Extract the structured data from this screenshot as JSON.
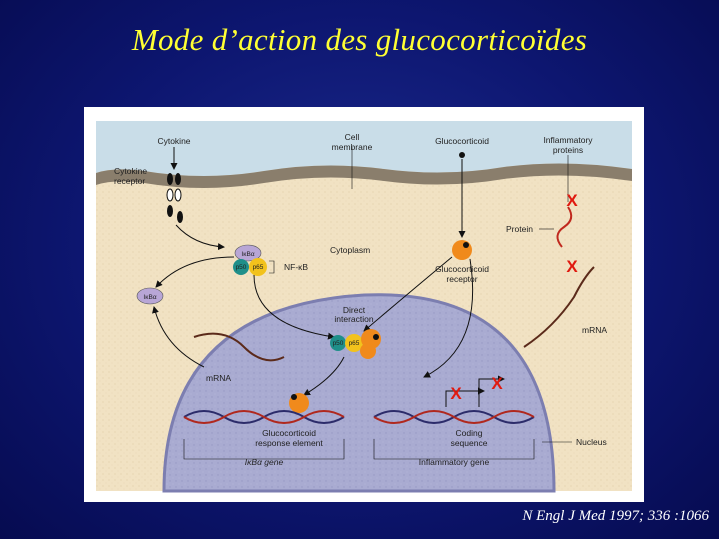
{
  "slide": {
    "title": "Mode d’action des glucocorticoïdes",
    "citation": "N Engl J Med 1997; 336 :1066"
  },
  "diagram": {
    "labels": {
      "cytokine": "Cytokine",
      "cytokine_receptor_1": "Cytokine",
      "cytokine_receptor_2": "receptor",
      "cell_membrane_1": "Cell",
      "cell_membrane_2": "membrane",
      "glucocorticoid": "Glucocorticoid",
      "inflammatory_proteins_1": "Inflammatory",
      "inflammatory_proteins_2": "proteins",
      "protein": "Protein",
      "cytoplasm": "Cytoplasm",
      "ikba_complex": "IκBα",
      "p50": "p50",
      "p65": "p65",
      "nfkb": "NF-κB",
      "ikba_free": "IκBα",
      "glucocorticoid_receptor_1": "Glucocorticoid",
      "glucocorticoid_receptor_2": "receptor",
      "direct_interaction_1": "Direct",
      "direct_interaction_2": "interaction",
      "mrna_left": "mRNA",
      "mrna_right": "mRNA",
      "gre_1": "Glucocorticoid",
      "gre_2": "response element",
      "ikba_gene": "IκBα gene",
      "coding_1": "Coding",
      "coding_2": "sequence",
      "inflammatory_gene": "Inflammatory gene",
      "nucleus": "Nucleus",
      "x_mark": "X"
    },
    "colors": {
      "cytoplasm": "#f1e2c3",
      "extracellular": "#c9dde8",
      "membrane": "#8a7e6c",
      "nucleus": "#a9abd1",
      "receptor_orange": "#f08a1c",
      "p50_teal": "#1f8f8a",
      "p65_yellow": "#f2c21c",
      "ikba_lavender": "#b8a6d6",
      "block_red": "#e01a10"
    }
  }
}
